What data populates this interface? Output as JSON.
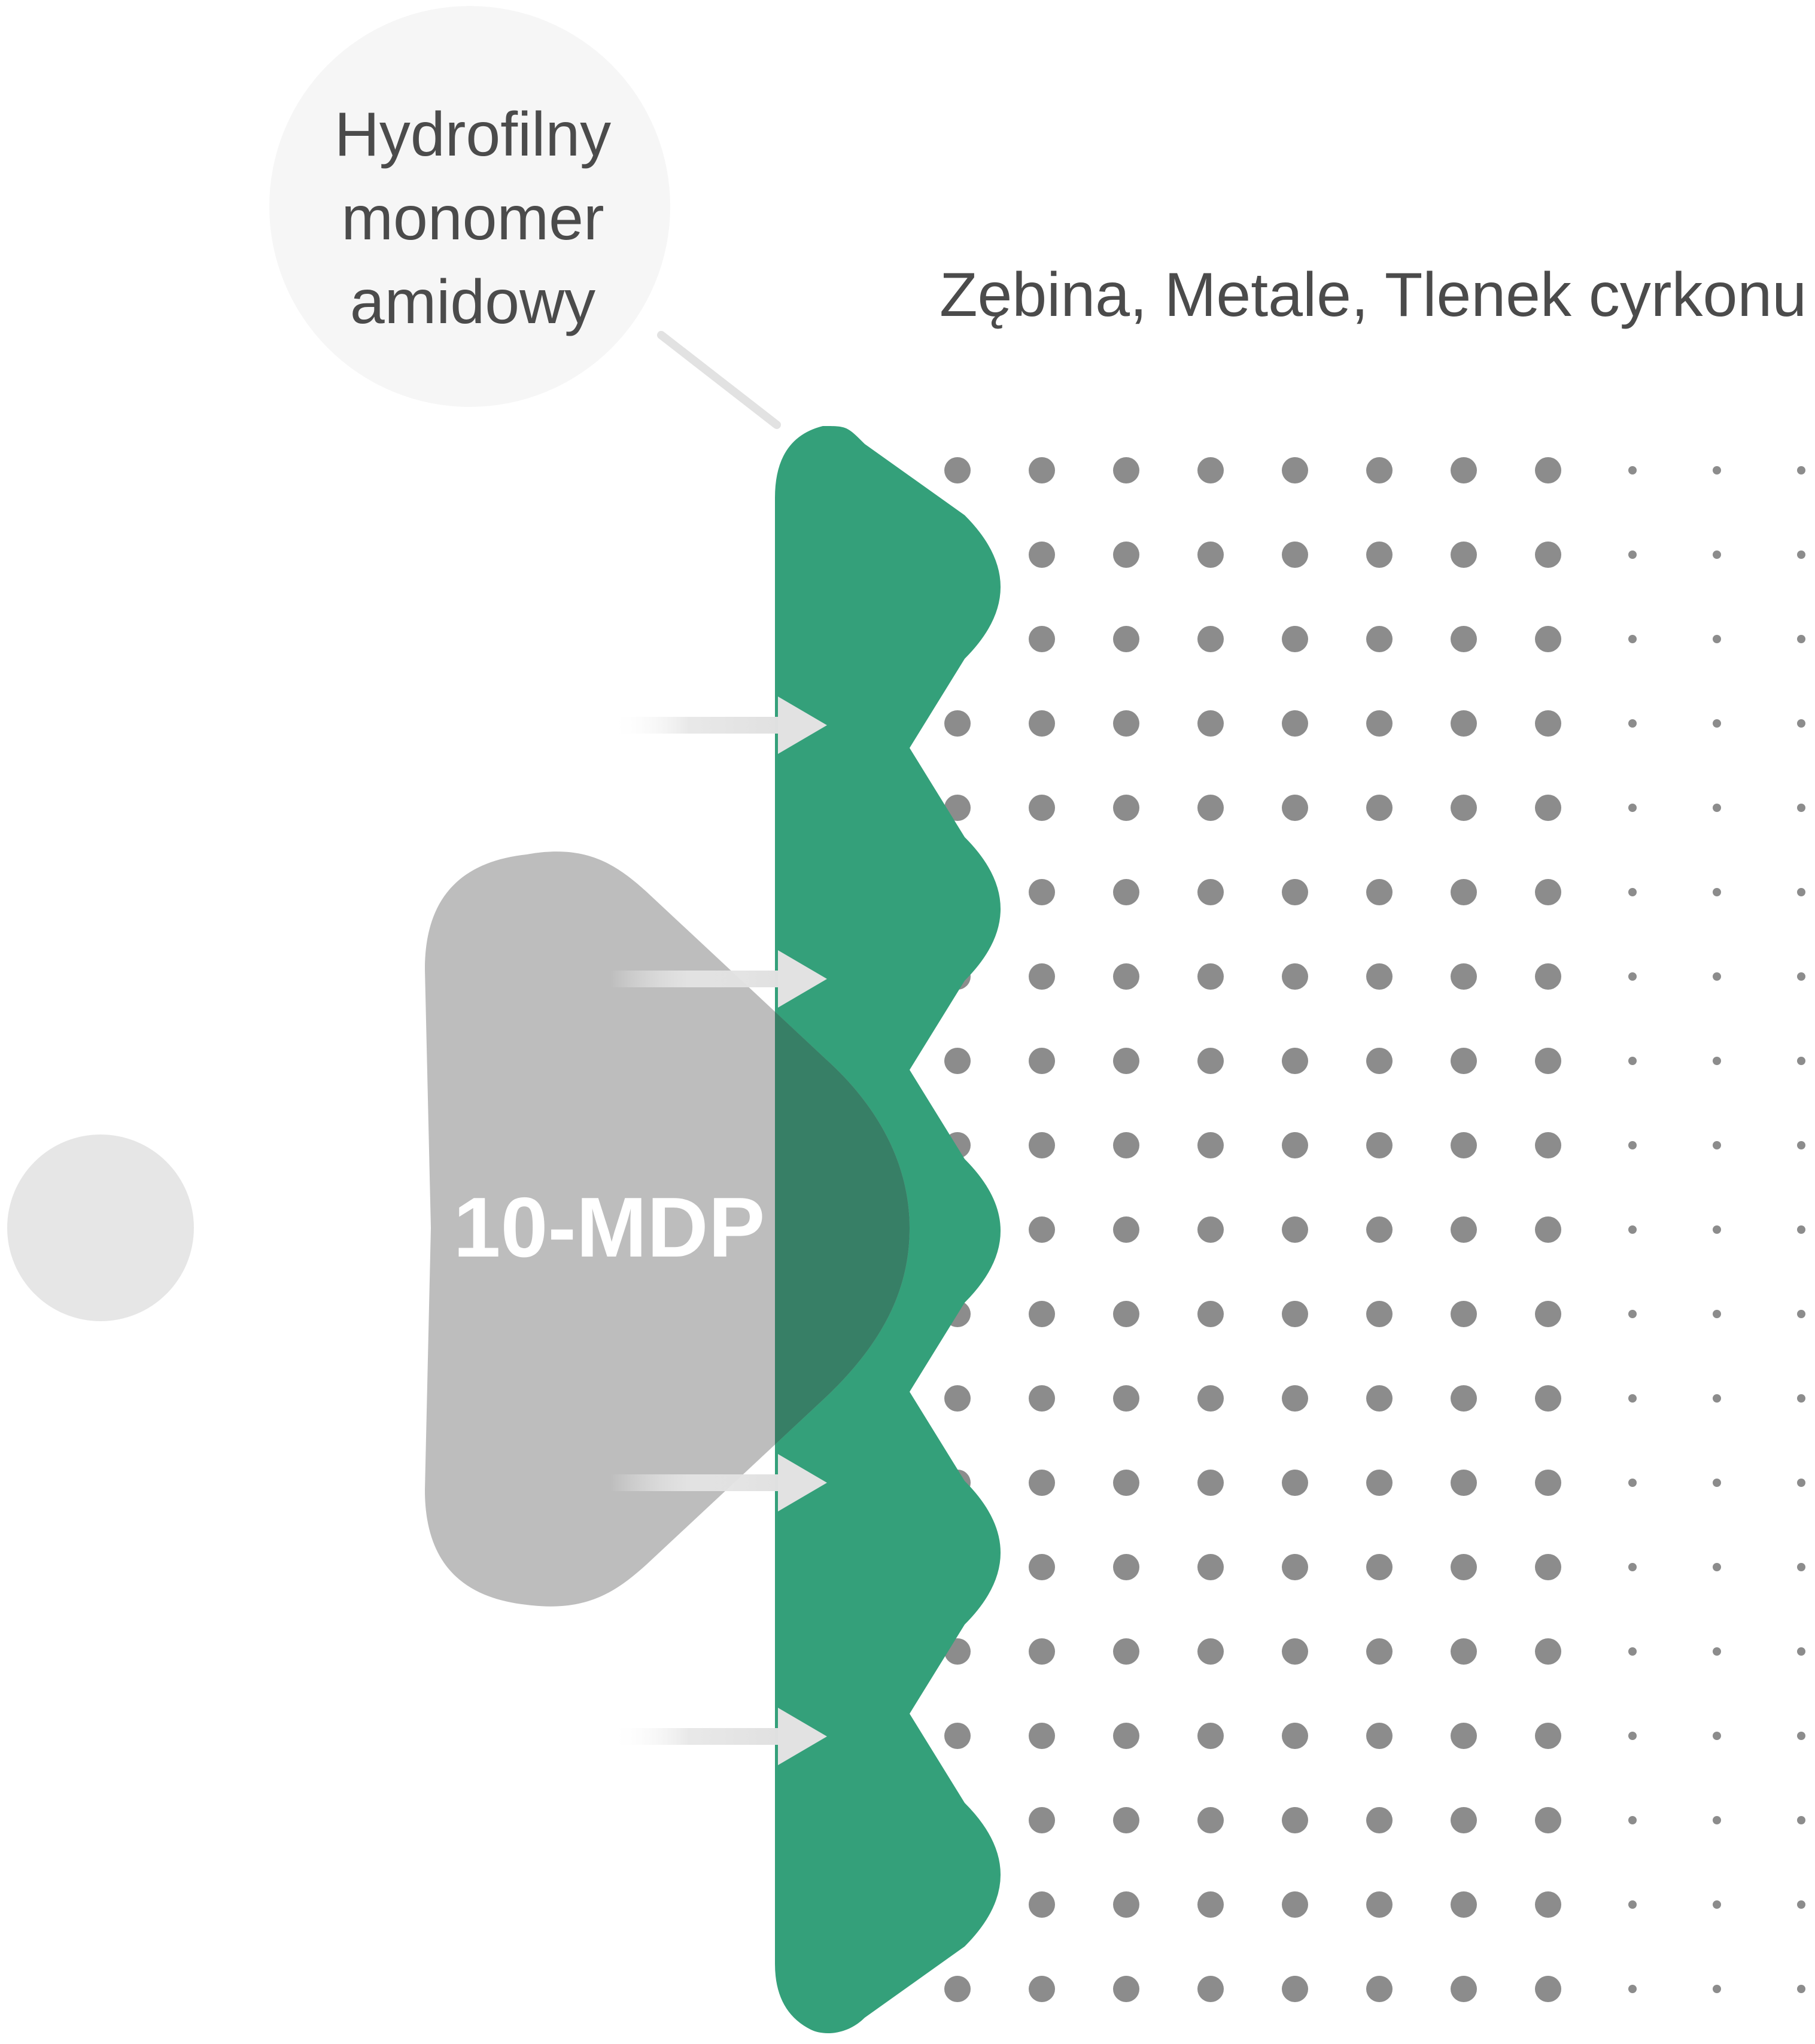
{
  "labels": {
    "bubble": [
      "Hydrofilny",
      "monomer",
      "amidowy"
    ],
    "substrate": "Zębina, Metale, Tlenek cyrkonu",
    "molecule": "10-MDP"
  },
  "colors": {
    "background": "#ffffff",
    "green_layer": "#34a07a",
    "green_overlap": "#377f66",
    "molecule_body": "#bdbdbd",
    "bubble_fill": "#f6f6f6",
    "small_circle": "#e6e6e6",
    "dot": "#8c8c8c",
    "arrow": "#e2e2e2",
    "text_dark": "#4b4b4b",
    "text_light": "#ffffff"
  },
  "elements": {
    "green_layer_teeth": 5,
    "bonding_arrows": 4,
    "dot_rows": 19,
    "dot_columns": 11
  }
}
